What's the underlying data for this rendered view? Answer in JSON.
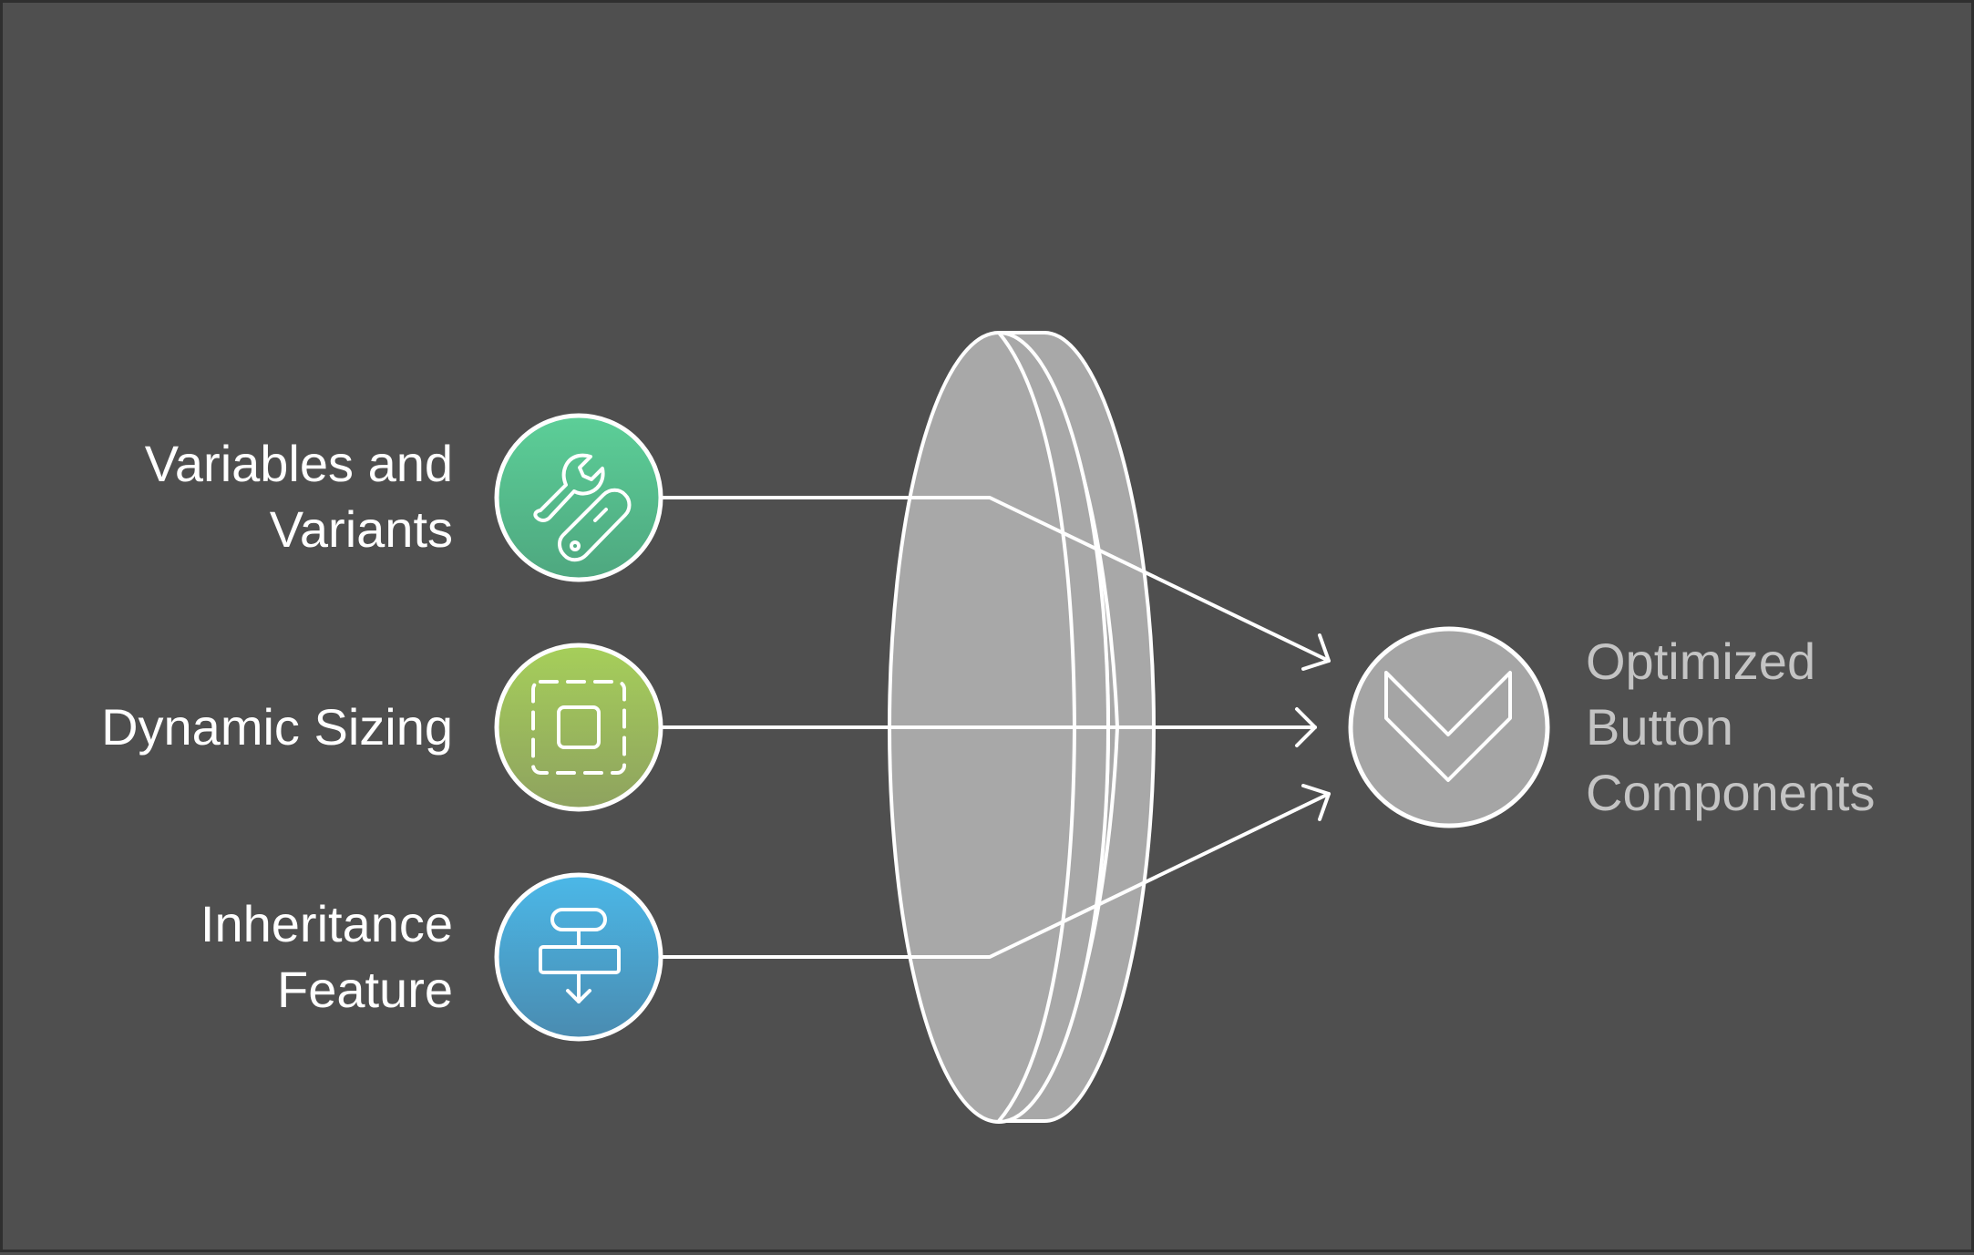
{
  "diagram": {
    "inputs": [
      {
        "line1": "Variables and",
        "line2": "Variants",
        "icon": "wrench-and-tool-icon",
        "color_top": "#5ccf98",
        "color_bottom": "#4ea77f"
      },
      {
        "line1": "Dynamic Sizing",
        "line2": "",
        "icon": "resize-selection-icon",
        "color_top": "#a6cf5a",
        "color_bottom": "#8ea25f"
      },
      {
        "line1": "Inheritance",
        "line2": "Feature",
        "icon": "hierarchy-flow-icon",
        "color_top": "#4bb8e8",
        "color_bottom": "#4a8bb0"
      }
    ],
    "lens": {
      "icon": "lens-icon",
      "color": "#a8a8a8"
    },
    "output": {
      "line1": "Optimized",
      "line2": "Button",
      "line3": "Components",
      "icon": "chevron-down-icon",
      "color": "#a5a5a5"
    }
  },
  "colors": {
    "background": "#4f4f4f",
    "stroke": "#ffffff",
    "output_text": "#c4c4c4"
  }
}
